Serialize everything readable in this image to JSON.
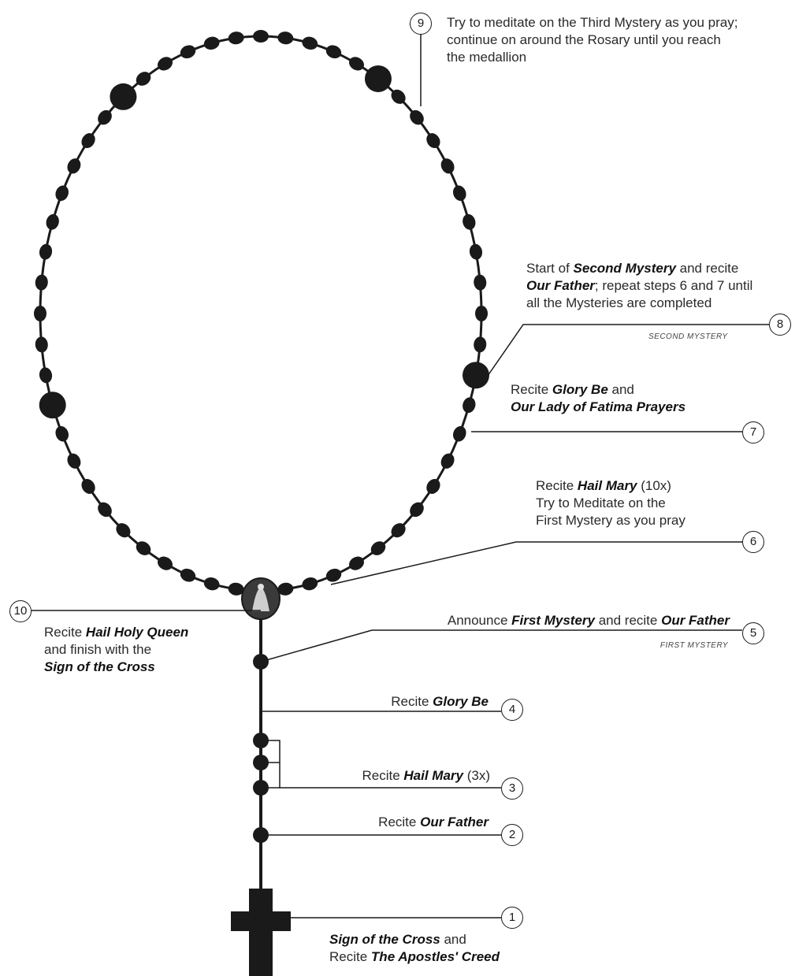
{
  "colors": {
    "ink": "#1a1a1a",
    "paper": "#ffffff"
  },
  "steps": [
    {
      "num": "1",
      "parts": [
        {
          "bold": "Sign of the Cross"
        },
        {
          "text": " and"
        }
      ],
      "parts2": [
        {
          "text": "Recite "
        },
        {
          "bold": "The Apostles' Creed"
        }
      ]
    },
    {
      "num": "2",
      "parts": [
        {
          "text": "Recite "
        },
        {
          "bold": "Our Father"
        }
      ]
    },
    {
      "num": "3",
      "parts": [
        {
          "text": "Recite "
        },
        {
          "bold": "Hail Mary"
        },
        {
          "text": " (3x)"
        }
      ]
    },
    {
      "num": "4",
      "parts": [
        {
          "text": "Recite "
        },
        {
          "bold": "Glory Be"
        }
      ]
    },
    {
      "num": "5",
      "parts": [
        {
          "text": "Announce "
        },
        {
          "bold": "First Mystery"
        },
        {
          "text": " and recite "
        },
        {
          "bold": "Our Father"
        }
      ],
      "caption": "FIRST MYSTERY"
    },
    {
      "num": "6",
      "lines": [
        [
          {
            "text": "Recite "
          },
          {
            "bold": "Hail Mary"
          },
          {
            "text": " (10x)"
          }
        ],
        [
          {
            "text": "Try to Meditate on the"
          }
        ],
        [
          {
            "text": "First Mystery as you pray"
          }
        ]
      ]
    },
    {
      "num": "7",
      "lines": [
        [
          {
            "text": "Recite "
          },
          {
            "bold": "Glory Be"
          },
          {
            "text": " and"
          }
        ],
        [
          {
            "bold": "Our Lady of Fatima Prayers"
          }
        ]
      ]
    },
    {
      "num": "8",
      "lines": [
        [
          {
            "text": "Start of "
          },
          {
            "bold": "Second Mystery"
          },
          {
            "text": " and recite"
          }
        ],
        [
          {
            "bold": "Our Father"
          },
          {
            "text": "; repeat steps 6 and 7 until"
          }
        ],
        [
          {
            "text": "all the Mysteries are completed"
          }
        ]
      ],
      "caption": "SECOND MYSTERY"
    },
    {
      "num": "9",
      "lines": [
        [
          {
            "text": "Try to meditate on the Third Mystery as you pray;"
          }
        ],
        [
          {
            "text": "continue on around the Rosary until you reach"
          }
        ],
        [
          {
            "text": "the medallion"
          }
        ]
      ]
    },
    {
      "num": "10",
      "lines": [
        [
          {
            "text": "Recite "
          },
          {
            "bold": "Hail Holy Queen"
          }
        ],
        [
          {
            "text": "and finish with the"
          }
        ],
        [
          {
            "bold": "Sign of the Cross"
          }
        ]
      ]
    }
  ]
}
